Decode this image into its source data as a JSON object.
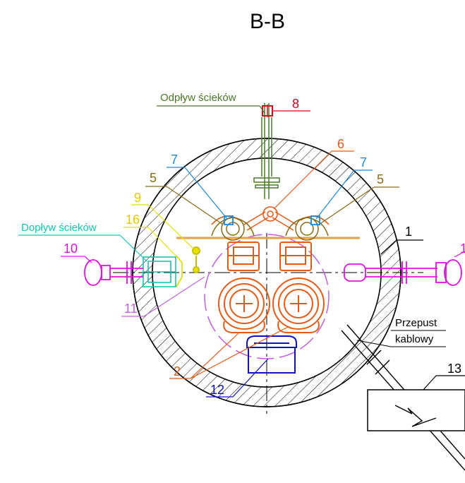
{
  "section_title": "B-B",
  "labels": {
    "outflow": "Odpływ ścieków",
    "inflow": "Dopływ ścieków",
    "cable_passage_line1": "Przepust",
    "cable_passage_line2": "kablowy"
  },
  "callouts": {
    "n1": "1",
    "n2": "2",
    "n5_left": "5",
    "n5_right": "5",
    "n6": "6",
    "n7_left": "7",
    "n7_right": "7",
    "n8": "8",
    "n9": "9",
    "n10": "10",
    "n10_right": "1",
    "n11": "11",
    "n12": "12",
    "n13": "13",
    "n16": "16"
  },
  "colors": {
    "outline": "#000000",
    "outflow": "#4a7a2a",
    "red": "#e0001a",
    "orange": "#e85a14",
    "blue": "#1a8ae0",
    "olive": "#8a6a14",
    "yellow": "#e8e000",
    "teal": "#10c8b0",
    "magenta": "#e010e0",
    "violet": "#c060e0",
    "darkblue": "#1010c8"
  }
}
